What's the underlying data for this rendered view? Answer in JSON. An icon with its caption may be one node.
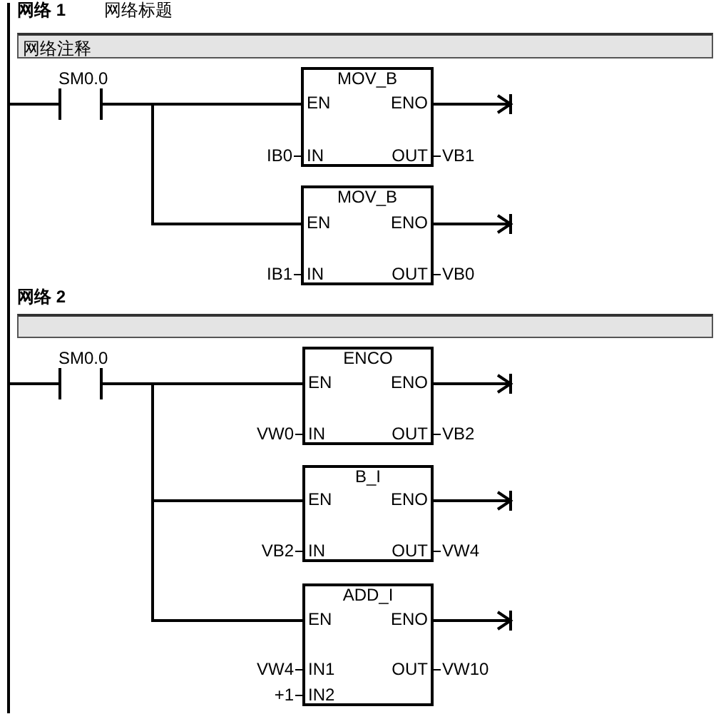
{
  "diagram": {
    "nodes": [
      {
        "text": [],
        "shape": "bar"
      },
      {
        "text": [
          "网络注释"
        ]
      },
      {
        "text": [
          "SM0.0"
        ]
      },
      {
        "text": [
          "MOV_B",
          "EN",
          "ENO",
          "IN",
          "OUT"
        ],
        "beside": [
          "IB0",
          "VB1"
        ]
      },
      {
        "text": [
          "MOV_B",
          "EN",
          "ENO",
          "IN",
          "OUT"
        ],
        "beside": [
          "IB1",
          "VB0"
        ]
      },
      {
        "text": [],
        "shape": "box"
      },
      {
        "text": [
          "SM0.0"
        ]
      },
      {
        "text": [
          "ENCO",
          "EN",
          "ENO",
          "IN",
          "OUT"
        ],
        "beside": [
          "VW0",
          "VB2"
        ]
      },
      {
        "text": [
          "B_I",
          "EN",
          "ENO",
          "IN",
          "OUT"
        ],
        "beside": [
          "VB2",
          "VW4"
        ]
      },
      {
        "text": [
          "ADD_I",
          "EN",
          "ENO",
          "IN1",
          "IN2",
          "OUT"
        ],
        "beside": [
          "VW4",
          "+1",
          "VW10"
        ]
      }
    ],
    "edges": [
      {
        "from": 0,
        "to": 2,
        "arrow": "none"
      },
      {
        "from": 2,
        "to": 3,
        "arrow": "none"
      },
      {
        "from": 2,
        "to": 4,
        "arrow": "none"
      },
      {
        "from": 3,
        "to": null,
        "arrow": "to"
      },
      {
        "from": 4,
        "to": null,
        "arrow": "to"
      },
      {
        "from": 0,
        "to": 6,
        "arrow": "none"
      },
      {
        "from": 6,
        "to": 7,
        "arrow": "none"
      },
      {
        "from": 6,
        "to": 8,
        "arrow": "none"
      },
      {
        "from": 6,
        "to": 9,
        "arrow": "none"
      },
      {
        "from": 7,
        "to": null,
        "arrow": "to"
      },
      {
        "from": 8,
        "to": null,
        "arrow": "to"
      },
      {
        "from": 9,
        "to": null,
        "arrow": "to"
      }
    ],
    "labels": [
      "网络 1",
      "网络标题",
      "网络 2"
    ]
  }
}
